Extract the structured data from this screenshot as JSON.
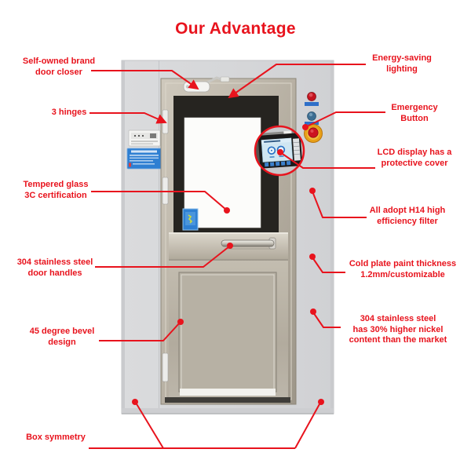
{
  "title": "Our Advantage",
  "colors": {
    "accent_red": "#e8131d",
    "cabinet_gray": "#d6d7d9",
    "stainless_steel": "#b5aea1",
    "window_frame_black": "#262420",
    "glass_white": "#fcfcfa",
    "emergency_button_red": "#c41420",
    "emergency_ring_yellow": "#e8a018",
    "sticker_blue": "#2e7fd2",
    "lcd_screen_blue": "#cfe6f2"
  },
  "callouts": {
    "left": [
      {
        "id": "door-closer",
        "lines": [
          "Self-owned brand",
          "door closer"
        ]
      },
      {
        "id": "hinges",
        "lines": [
          "3 hinges"
        ]
      },
      {
        "id": "tempered-glass",
        "lines": [
          "Tempered glass",
          "3C certification"
        ]
      },
      {
        "id": "door-handles",
        "lines": [
          "304 stainless steel",
          "door handles"
        ]
      },
      {
        "id": "bevel-design",
        "lines": [
          "45 degree bevel",
          "design"
        ]
      },
      {
        "id": "box-symmetry",
        "lines": [
          "Box symmetry"
        ]
      }
    ],
    "right": [
      {
        "id": "lighting",
        "lines": [
          "Energy-saving",
          "lighting"
        ]
      },
      {
        "id": "emergency",
        "lines": [
          "Emergency",
          "Button"
        ]
      },
      {
        "id": "lcd-display",
        "lines": [
          "LCD display has a",
          "protective cover"
        ]
      },
      {
        "id": "hepa-filter",
        "lines": [
          "All adopt H14 high",
          "efficiency filter"
        ]
      },
      {
        "id": "cold-plate",
        "lines": [
          "Cold plate paint thickness",
          "1.2mm/customizable"
        ]
      },
      {
        "id": "nickel-content",
        "lines": [
          "304 stainless steel",
          "has 30% higher nickel",
          "content than the market"
        ]
      }
    ]
  },
  "illustration": {
    "subject": "air shower cleanroom stainless steel door",
    "parts": [
      "door closer",
      "hinges",
      "tempered glass window",
      "door handle",
      "beveled lower panel",
      "control panel",
      "indicator buttons",
      "emergency stop button",
      "LCD display inset",
      "safety stickers"
    ]
  }
}
